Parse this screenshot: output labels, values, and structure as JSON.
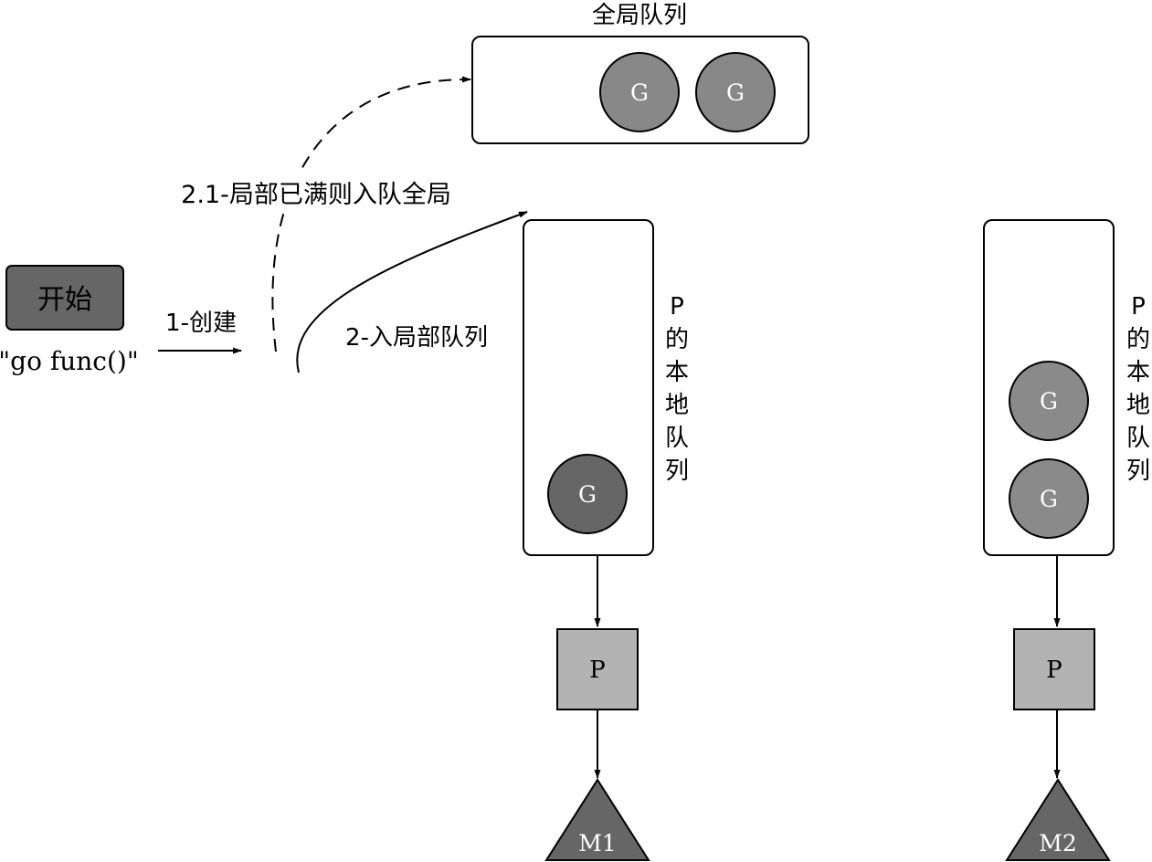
{
  "global_queue": {
    "label": "全局队列",
    "items": [
      "G",
      "G"
    ]
  },
  "start": {
    "button_label": "开始",
    "code": "\"go func()\""
  },
  "steps": {
    "create": "1-创建",
    "enqueue_local": "2-入局部队列",
    "enqueue_global": "2.1-局部已满则入队全局"
  },
  "local_queues": [
    {
      "label": "P的本地队列",
      "items": [
        "G"
      ],
      "processor": "P",
      "machine": "M1"
    },
    {
      "label": "P的本地队列",
      "items": [
        "G",
        "G"
      ],
      "processor": "P",
      "machine": "M2"
    }
  ],
  "colors": {
    "g_global": "#888888",
    "g_local_active": "#666666",
    "g_local": "#8a8a8a",
    "start_fill": "#666666",
    "p_fill": "#b3b3b3",
    "m_fill": "#666666"
  }
}
